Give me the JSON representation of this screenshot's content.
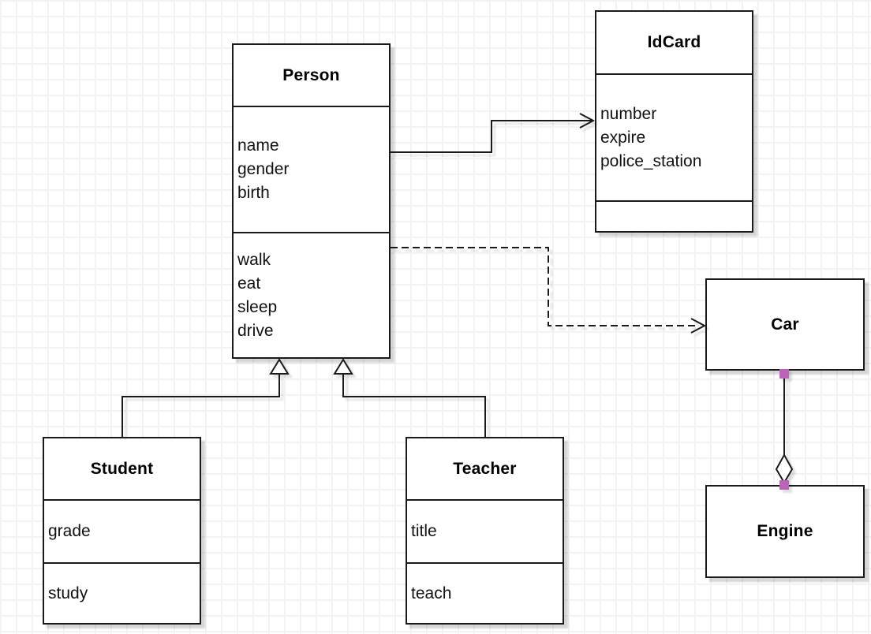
{
  "colors": {
    "background": "#ffffff",
    "grid": "#f3f3f3",
    "line": "#1a1a1a",
    "text": "#111111",
    "handle": "#b964b9"
  },
  "classes": {
    "person": {
      "title": "Person",
      "attributes": [
        "name",
        "gender",
        "birth"
      ],
      "methods": [
        "walk",
        "eat",
        "sleep",
        "drive"
      ]
    },
    "idcard": {
      "title": "IdCard",
      "attributes": [
        "number",
        "expire",
        "police_station"
      ],
      "methods": []
    },
    "car": {
      "title": "Car",
      "attributes": [],
      "methods": []
    },
    "engine": {
      "title": "Engine",
      "attributes": [],
      "methods": []
    },
    "student": {
      "title": "Student",
      "attributes": [
        "grade"
      ],
      "methods": [
        "study"
      ]
    },
    "teacher": {
      "title": "Teacher",
      "attributes": [
        "title"
      ],
      "methods": [
        "teach"
      ]
    }
  },
  "relationships": [
    {
      "type": "association",
      "from": "Person",
      "to": "IdCard",
      "line": "solid",
      "arrow": "open-arrow"
    },
    {
      "type": "dependency",
      "from": "Person",
      "to": "Car",
      "line": "dashed",
      "arrow": "open-arrow"
    },
    {
      "type": "inheritance",
      "from": "Student",
      "to": "Person",
      "line": "solid",
      "arrow": "hollow-triangle"
    },
    {
      "type": "inheritance",
      "from": "Teacher",
      "to": "Person",
      "line": "solid",
      "arrow": "hollow-triangle"
    },
    {
      "type": "aggregation",
      "from": "Car",
      "to": "Engine",
      "line": "solid",
      "arrow": "hollow-diamond",
      "diamond_at": "Engine",
      "selected": true
    }
  ]
}
